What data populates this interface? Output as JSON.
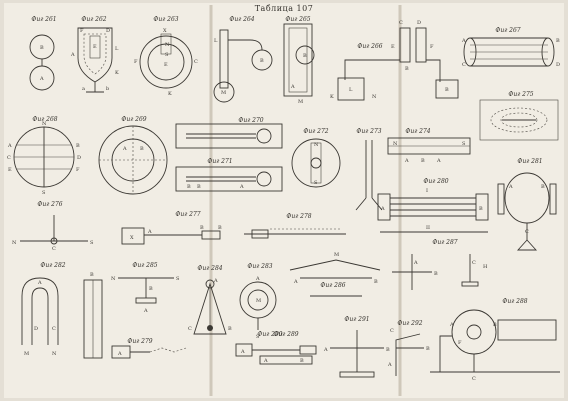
{
  "plate": {
    "title": "Таблица 107",
    "figures": [
      {
        "caption": "Фиг 261",
        "letters": [
          "B",
          "A"
        ]
      },
      {
        "caption": "Фиг 262",
        "letters": [
          "E",
          "A",
          "L",
          "K",
          "a",
          "b",
          "F",
          "D"
        ]
      },
      {
        "caption": "Фиг 263",
        "letters": [
          "X",
          "N",
          "F",
          "S",
          "E",
          "C",
          "K"
        ]
      },
      {
        "caption": "Фиг 264",
        "letters": [
          "L",
          "B",
          "M"
        ]
      },
      {
        "caption": "Фиг 265",
        "letters": [
          "B",
          "A",
          "M"
        ]
      },
      {
        "caption": "Фиг 266",
        "letters": [
          "C",
          "D",
          "E",
          "F",
          "L",
          "K",
          "N",
          "B",
          "B"
        ]
      },
      {
        "caption": "Фиг 267",
        "letters": [
          "A",
          "B",
          "C",
          "D"
        ]
      },
      {
        "caption": "Фиг 268",
        "letters": [
          "N",
          "S",
          "A",
          "B",
          "C",
          "D",
          "E",
          "F"
        ]
      },
      {
        "caption": "Фиг 269",
        "letters": [
          "A",
          "B"
        ]
      },
      {
        "caption": "Фиг 270",
        "letters": []
      },
      {
        "caption": "Фиг 271",
        "letters": [
          "B",
          "B",
          "A"
        ]
      },
      {
        "caption": "Фиг 272",
        "letters": [
          "N",
          "S"
        ]
      },
      {
        "caption": "Фиг 273",
        "letters": []
      },
      {
        "caption": "Фиг 274",
        "letters": [
          "N",
          "S",
          "A",
          "B",
          "A"
        ]
      },
      {
        "caption": "Фиг 275",
        "letters": []
      },
      {
        "caption": "Фиг 276",
        "letters": [
          "N",
          "C",
          "S"
        ]
      },
      {
        "caption": "Фиг 277",
        "letters": [
          "X",
          "A",
          "B",
          "B"
        ]
      },
      {
        "caption": "Фиг 278",
        "letters": []
      },
      {
        "caption": "Фиг 279",
        "letters": [
          "A"
        ]
      },
      {
        "caption": "Фиг 280",
        "letters": [
          "I",
          "II",
          "A",
          "B"
        ]
      },
      {
        "caption": "Фиг 281",
        "letters": [
          "B",
          "A",
          "C"
        ]
      },
      {
        "caption": "Фиг 282",
        "letters": [
          "A",
          "D",
          "C",
          "B",
          "M",
          "N"
        ]
      },
      {
        "caption": "Фиг 283",
        "letters": [
          "A",
          "M",
          "S"
        ]
      },
      {
        "caption": "Фиг 284",
        "letters": [
          "A",
          "C",
          "B"
        ]
      },
      {
        "caption": "Фиг 285",
        "letters": [
          "N",
          "S",
          "B",
          "A"
        ]
      },
      {
        "caption": "Фиг 286",
        "letters": [
          "A",
          "B",
          "M"
        ]
      },
      {
        "caption": "Фиг 287",
        "letters": [
          "A",
          "B",
          "C",
          "H"
        ]
      },
      {
        "caption": "Фиг 288",
        "letters": [
          "A",
          "B",
          "F",
          "C"
        ]
      },
      {
        "caption": "Фиг 289",
        "letters": [
          "A"
        ]
      },
      {
        "caption": "Фиг 290",
        "letters": [
          "A",
          "B"
        ]
      },
      {
        "caption": "Фиг 291",
        "letters": [
          "A",
          "B"
        ]
      },
      {
        "caption": "Фиг 292",
        "letters": [
          "C",
          "B",
          "A"
        ]
      }
    ]
  },
  "colors": {
    "paper": "#f1ede4",
    "ink": "#3b3833",
    "margin": "#e4dfd5"
  }
}
